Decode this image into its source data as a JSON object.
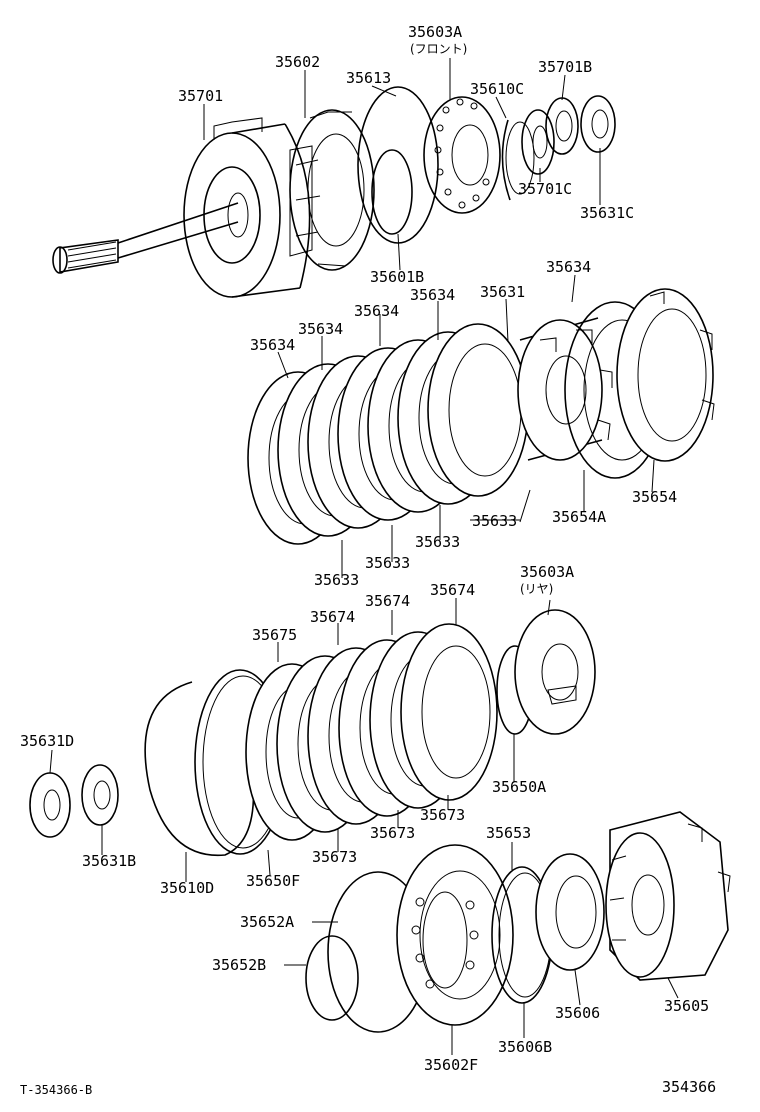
{
  "diagram": {
    "labels": [
      {
        "text": "35701"
      },
      {
        "text": "35602"
      },
      {
        "text": "35613"
      },
      {
        "text": "35603A"
      },
      {
        "text": "(フロント)"
      },
      {
        "text": "35610C"
      },
      {
        "text": "35701B"
      },
      {
        "text": "35701C"
      },
      {
        "text": "35631C"
      },
      {
        "text": "35601B"
      },
      {
        "text": "35634"
      },
      {
        "text": "35634"
      },
      {
        "text": "35634"
      },
      {
        "text": "35634"
      },
      {
        "text": "35634"
      },
      {
        "text": "35631"
      },
      {
        "text": "35633"
      },
      {
        "text": "35633"
      },
      {
        "text": "35633"
      },
      {
        "text": "35633"
      },
      {
        "text": "35654A"
      },
      {
        "text": "35654"
      },
      {
        "text": "35603A"
      },
      {
        "text": "(リヤ)"
      },
      {
        "text": "35674"
      },
      {
        "text": "35674"
      },
      {
        "text": "35674"
      },
      {
        "text": "35675"
      },
      {
        "text": "35631D"
      },
      {
        "text": "35631B"
      },
      {
        "text": "35610D"
      },
      {
        "text": "35650F"
      },
      {
        "text": "35673"
      },
      {
        "text": "35673"
      },
      {
        "text": "35673"
      },
      {
        "text": "35650A"
      },
      {
        "text": "35653"
      },
      {
        "text": "35652A"
      },
      {
        "text": "35652B"
      },
      {
        "text": "35606"
      },
      {
        "text": "35605"
      },
      {
        "text": "35606B"
      },
      {
        "text": "35602F"
      }
    ],
    "footer_left": "T-354366-B",
    "footer_right": "354366"
  }
}
